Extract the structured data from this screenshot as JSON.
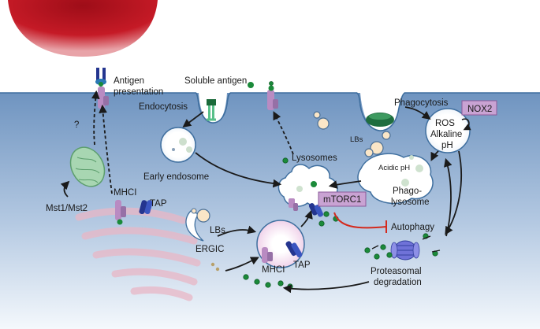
{
  "labels": {
    "antigen_presentation_1": "Antigen",
    "antigen_presentation_2": "presentation",
    "soluble_antigen": "Soluble antigen",
    "endocytosis": "Endocytosis",
    "phagocytosis": "Phagocytosis",
    "nox2": "NOX2",
    "ros": "ROS",
    "alkaline": "Alkaline",
    "ph": "pH",
    "lbs_top": "LBs",
    "acidic_ph": "Acidic pH",
    "lysosomes": "Lysosomes",
    "early_endosome": "Early endosome",
    "phago_1": "Phago-",
    "phago_2": "lysosome",
    "mtorc1": "mTORC1",
    "autophagy": "Autophagy",
    "mhci_top": "MHCI",
    "tap_top": "TAP",
    "mst": "Mst1/Mst2",
    "question": "?",
    "lbs_bottom": "LBs",
    "ergic": "ERGIC",
    "mhci_bottom": "MHCI",
    "tap_bottom": "TAP",
    "proteasomal_1": "Proteasomal",
    "proteasomal_2": "degradation"
  },
  "colors": {
    "cell_top": "#6e93bf",
    "cell_bottom": "#f3f7fc",
    "membrane": "#3f6f9f",
    "red_cell": "#b3121f",
    "purple": "#b98bc2",
    "navy": "#24358f",
    "green_dot": "#1b8a3a",
    "mito": "#a6d5b0",
    "box": "#c9a3d3",
    "inhibit": "#d42a1e"
  }
}
